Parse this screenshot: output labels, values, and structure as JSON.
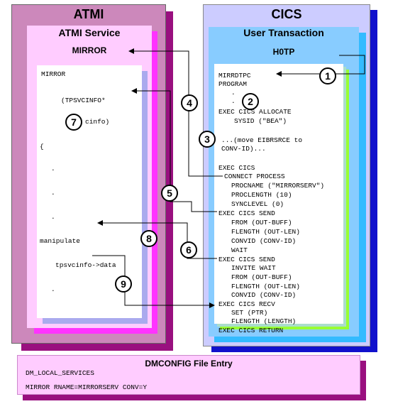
{
  "atmi": {
    "title": "ATMI",
    "service_title": "ATMI Service",
    "service_name": "MIRROR",
    "code": [
      "MIRROR",
      "(TPSVCINFO*",
      "cinfo)",
      "{",
      ".",
      ".",
      ".",
      "manipulate",
      "tpsvcinfo->data",
      "."
    ]
  },
  "cics": {
    "title": "CICS",
    "transaction_title": "User Transaction",
    "transaction_name": "H0TP",
    "code": [
      "MIRRDTPC",
      "PROGRAM",
      ".",
      ".",
      "EXEC CICS ALLOCATE",
      "SYSID (\"BEA\")",
      "...(move EIBRSRCE to",
      "CONV-ID)...",
      "EXEC CICS",
      "CONNECT PROCESS",
      "PROCNAME (\"MIRRORSERV\")",
      "PROCLENGTH (10)",
      "SYNCLEVEL (0)",
      "EXEC CICS SEND",
      "FROM (OUT-BUFF)",
      "FLENGTH (OUT-LEN)",
      "CONVID (CONV-ID)",
      "WAIT",
      "EXEC CICS SEND",
      "INVITE WAIT",
      "FROM (OUT-BUFF)",
      "FLENGTH (OUT-LEN)",
      "CONVID (CONV-ID)",
      "EXEC CICS RECV",
      "SET (PTR)",
      "FLENGTH (LENGTH)",
      "EXEC CICS RETURN"
    ]
  },
  "steps": [
    "1",
    "2",
    "3",
    "4",
    "5",
    "6",
    "7",
    "8",
    "9"
  ],
  "dmconfig": {
    "title": "DMCONFIG File Entry",
    "line1": "DM_LOCAL_SERVICES",
    "line2": "MIRROR RNAME=MIRRORSERV CONV=Y"
  },
  "colors": {
    "atmi_outer": "#cc88bb",
    "atmi_shadow": "#99107f",
    "atmi_inner": "#ff99ff",
    "atmi_code_bg": "#ffffff",
    "cics_outer": "#ccccff",
    "cics_shadow": "#1111cc",
    "cics_inner": "#88ccff",
    "cics_accent": "#99ff33",
    "dm_bg": "#ffccff",
    "dm_shadow": "#99107f"
  }
}
